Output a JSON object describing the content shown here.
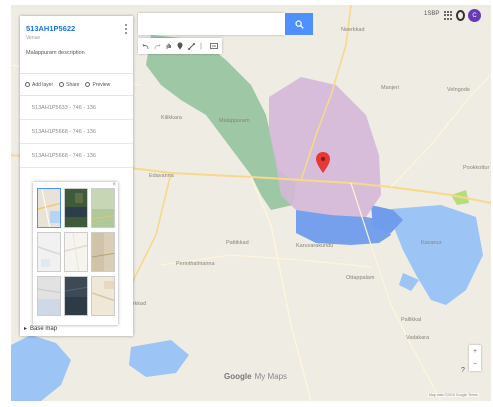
{
  "panel": {
    "title": "513AH1P5622",
    "subtitle": "Venue",
    "description": "Malappuram description",
    "actions": [
      {
        "label": "Add layer",
        "icon": "add-layer-icon"
      },
      {
        "label": "Share",
        "icon": "share-icon"
      },
      {
        "label": "Preview",
        "icon": "preview-icon"
      }
    ],
    "layers": [
      "513AH1P5633 - 746 - 136",
      "513AH1P5668 - 746 - 136",
      "513AH1P5668 - 746 - 136"
    ],
    "basemap_label": "Base map"
  },
  "search": {
    "placeholder": "",
    "value": ""
  },
  "toolbar": {
    "tools": [
      "undo-icon",
      "redo-icon",
      "hand-icon",
      "marker-icon",
      "line-icon",
      "ruler-icon",
      "directions-icon"
    ]
  },
  "topbar": {
    "apps_text": "1SBP",
    "avatar_letter": "C"
  },
  "map": {
    "places": [
      {
        "label": "Kilikkara",
        "name": "place-kilikkara"
      },
      {
        "label": "Malappuram",
        "name": "place-north-a"
      },
      {
        "label": "Neerkkad",
        "name": "place-north-b"
      },
      {
        "label": "Manjeri",
        "name": "place-right-a"
      },
      {
        "label": "Velngode",
        "name": "place-right-b"
      },
      {
        "label": "Edavanna",
        "name": "place-center"
      },
      {
        "label": "Pattikkad",
        "name": "place-center-b"
      },
      {
        "label": "Karuvarakundu",
        "name": "place-mid"
      },
      {
        "label": "Perinthalmanna",
        "name": "place-lower"
      },
      {
        "label": "Ottappalam",
        "name": "place-lower-b"
      },
      {
        "label": "Mannarkkad",
        "name": "place-south-a"
      },
      {
        "label": "Pallikkal",
        "name": "place-south-b"
      },
      {
        "label": "Vadakara",
        "name": "place-south-c"
      },
      {
        "label": "Kavanur",
        "name": "place-east"
      },
      {
        "label": "Pookkottur",
        "name": "place-far-east"
      }
    ],
    "colors": {
      "land": "#efece4",
      "water": "#9cc4f5",
      "green_region": "#8fc19a",
      "purple_region": "#d5b8d8",
      "blue_region": "#6f9ceb",
      "road": "#f6d98a",
      "marker": "#e53935"
    }
  },
  "zoom": {
    "in": "+",
    "out": "−"
  },
  "help": "?",
  "logo": {
    "google": "Google",
    "product": "My Maps"
  },
  "attribution": "Map data ©2019 Google  Terms"
}
